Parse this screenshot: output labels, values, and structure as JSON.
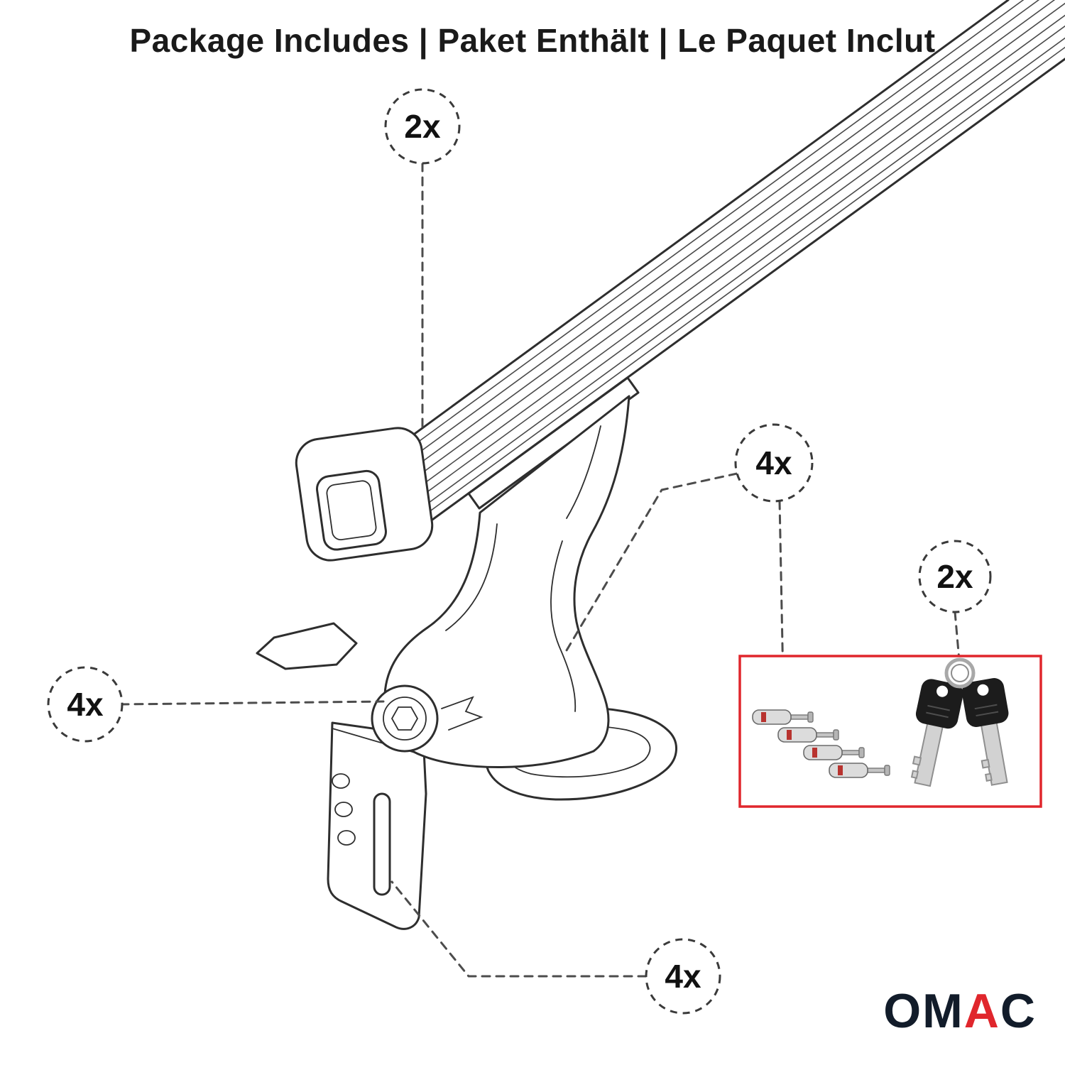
{
  "title": "Package Includes | Paket Enthält | Le Paquet Inclut",
  "callouts": {
    "crossbar_qty": "2x",
    "lock_bolts_qty": "4x",
    "keys_qty": "2x",
    "foot_qty": "4x",
    "clamp_qty": "4x"
  },
  "logo": {
    "part1": "OM",
    "part2": "A",
    "part3": "C"
  },
  "colors": {
    "accent": "#e0262c",
    "line": "#2e2e2e"
  }
}
